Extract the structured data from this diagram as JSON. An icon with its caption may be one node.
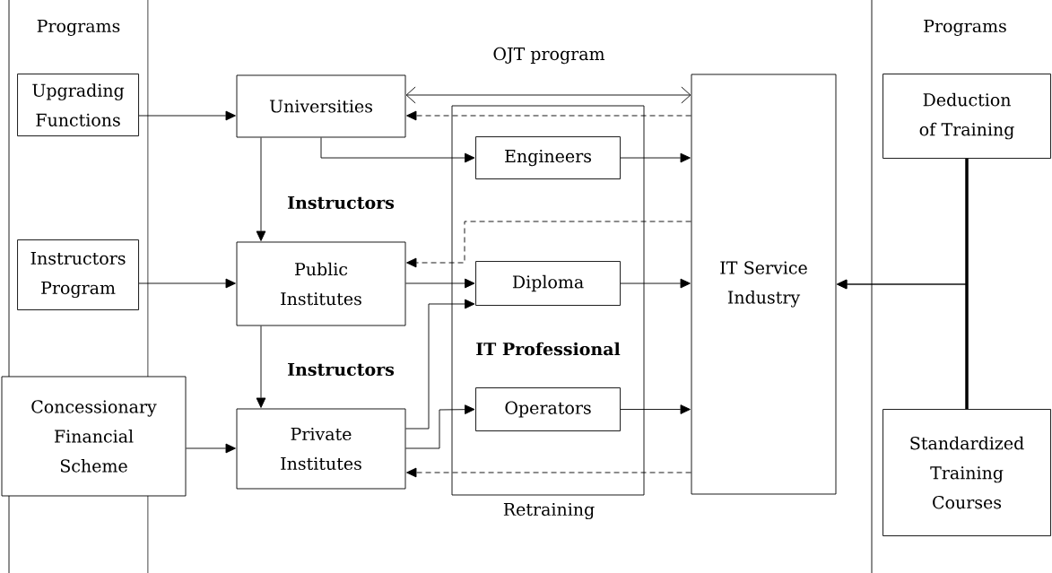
{
  "diagram": {
    "nodes": [
      {
        "text": [
          "Programs"
        ]
      },
      {
        "text": [
          "Upgrading Functions"
        ],
        "in": 0
      },
      {
        "text": [
          "Instructors Program"
        ],
        "in": 0
      },
      {
        "text": [
          "Concessionary Financial Scheme"
        ]
      },
      {
        "text": [
          "Universities"
        ]
      },
      {
        "text": [
          "Public Institutes"
        ]
      },
      {
        "text": [
          "Private Institutes"
        ]
      },
      {
        "text": [
          "IT Professional"
        ]
      },
      {
        "text": [
          "Engineers"
        ],
        "in": 7
      },
      {
        "text": [
          "Diploma"
        ],
        "in": 7
      },
      {
        "text": [
          "Operators"
        ],
        "in": 7
      },
      {
        "text": [
          "IT Service Industry"
        ]
      },
      {
        "text": [
          "Programs"
        ]
      },
      {
        "text": [
          "Deduction of Training"
        ],
        "in": 12
      },
      {
        "text": [
          "Standardized Training Courses"
        ],
        "in": 12
      }
    ],
    "edges": [
      {
        "from": 1,
        "to": 4,
        "arrow": "to"
      },
      {
        "from": 2,
        "to": 5,
        "arrow": "to"
      },
      {
        "from": 3,
        "to": 6,
        "arrow": "to"
      },
      {
        "from": 4,
        "to": 11,
        "arrow": "both",
        "label": "OJT program"
      },
      {
        "from": 11,
        "to": 4,
        "arrow": "to",
        "style": "dashed"
      },
      {
        "from": 4,
        "to": 8,
        "arrow": "to"
      },
      {
        "from": 4,
        "to": 5,
        "arrow": "to",
        "label": "Instructors"
      },
      {
        "from": 11,
        "to": 5,
        "arrow": "to",
        "style": "dashed"
      },
      {
        "from": 5,
        "to": 9,
        "arrow": "to"
      },
      {
        "from": 6,
        "to": 9,
        "arrow": "to"
      },
      {
        "from": 6,
        "to": 10,
        "arrow": "to"
      },
      {
        "from": 5,
        "to": 6,
        "arrow": "to",
        "label": "Instructors"
      },
      {
        "from": 8,
        "to": 11,
        "arrow": "to"
      },
      {
        "from": 9,
        "to": 11,
        "arrow": "to"
      },
      {
        "from": 10,
        "to": 11,
        "arrow": "to"
      },
      {
        "from": 11,
        "to": 6,
        "arrow": "to",
        "style": "dashed",
        "label": "Retraining"
      },
      {
        "from": 13,
        "to": 11,
        "arrow": "to",
        "style": "thick"
      },
      {
        "from": 14,
        "to": 11,
        "arrow": "to",
        "style": "thick"
      }
    ]
  }
}
